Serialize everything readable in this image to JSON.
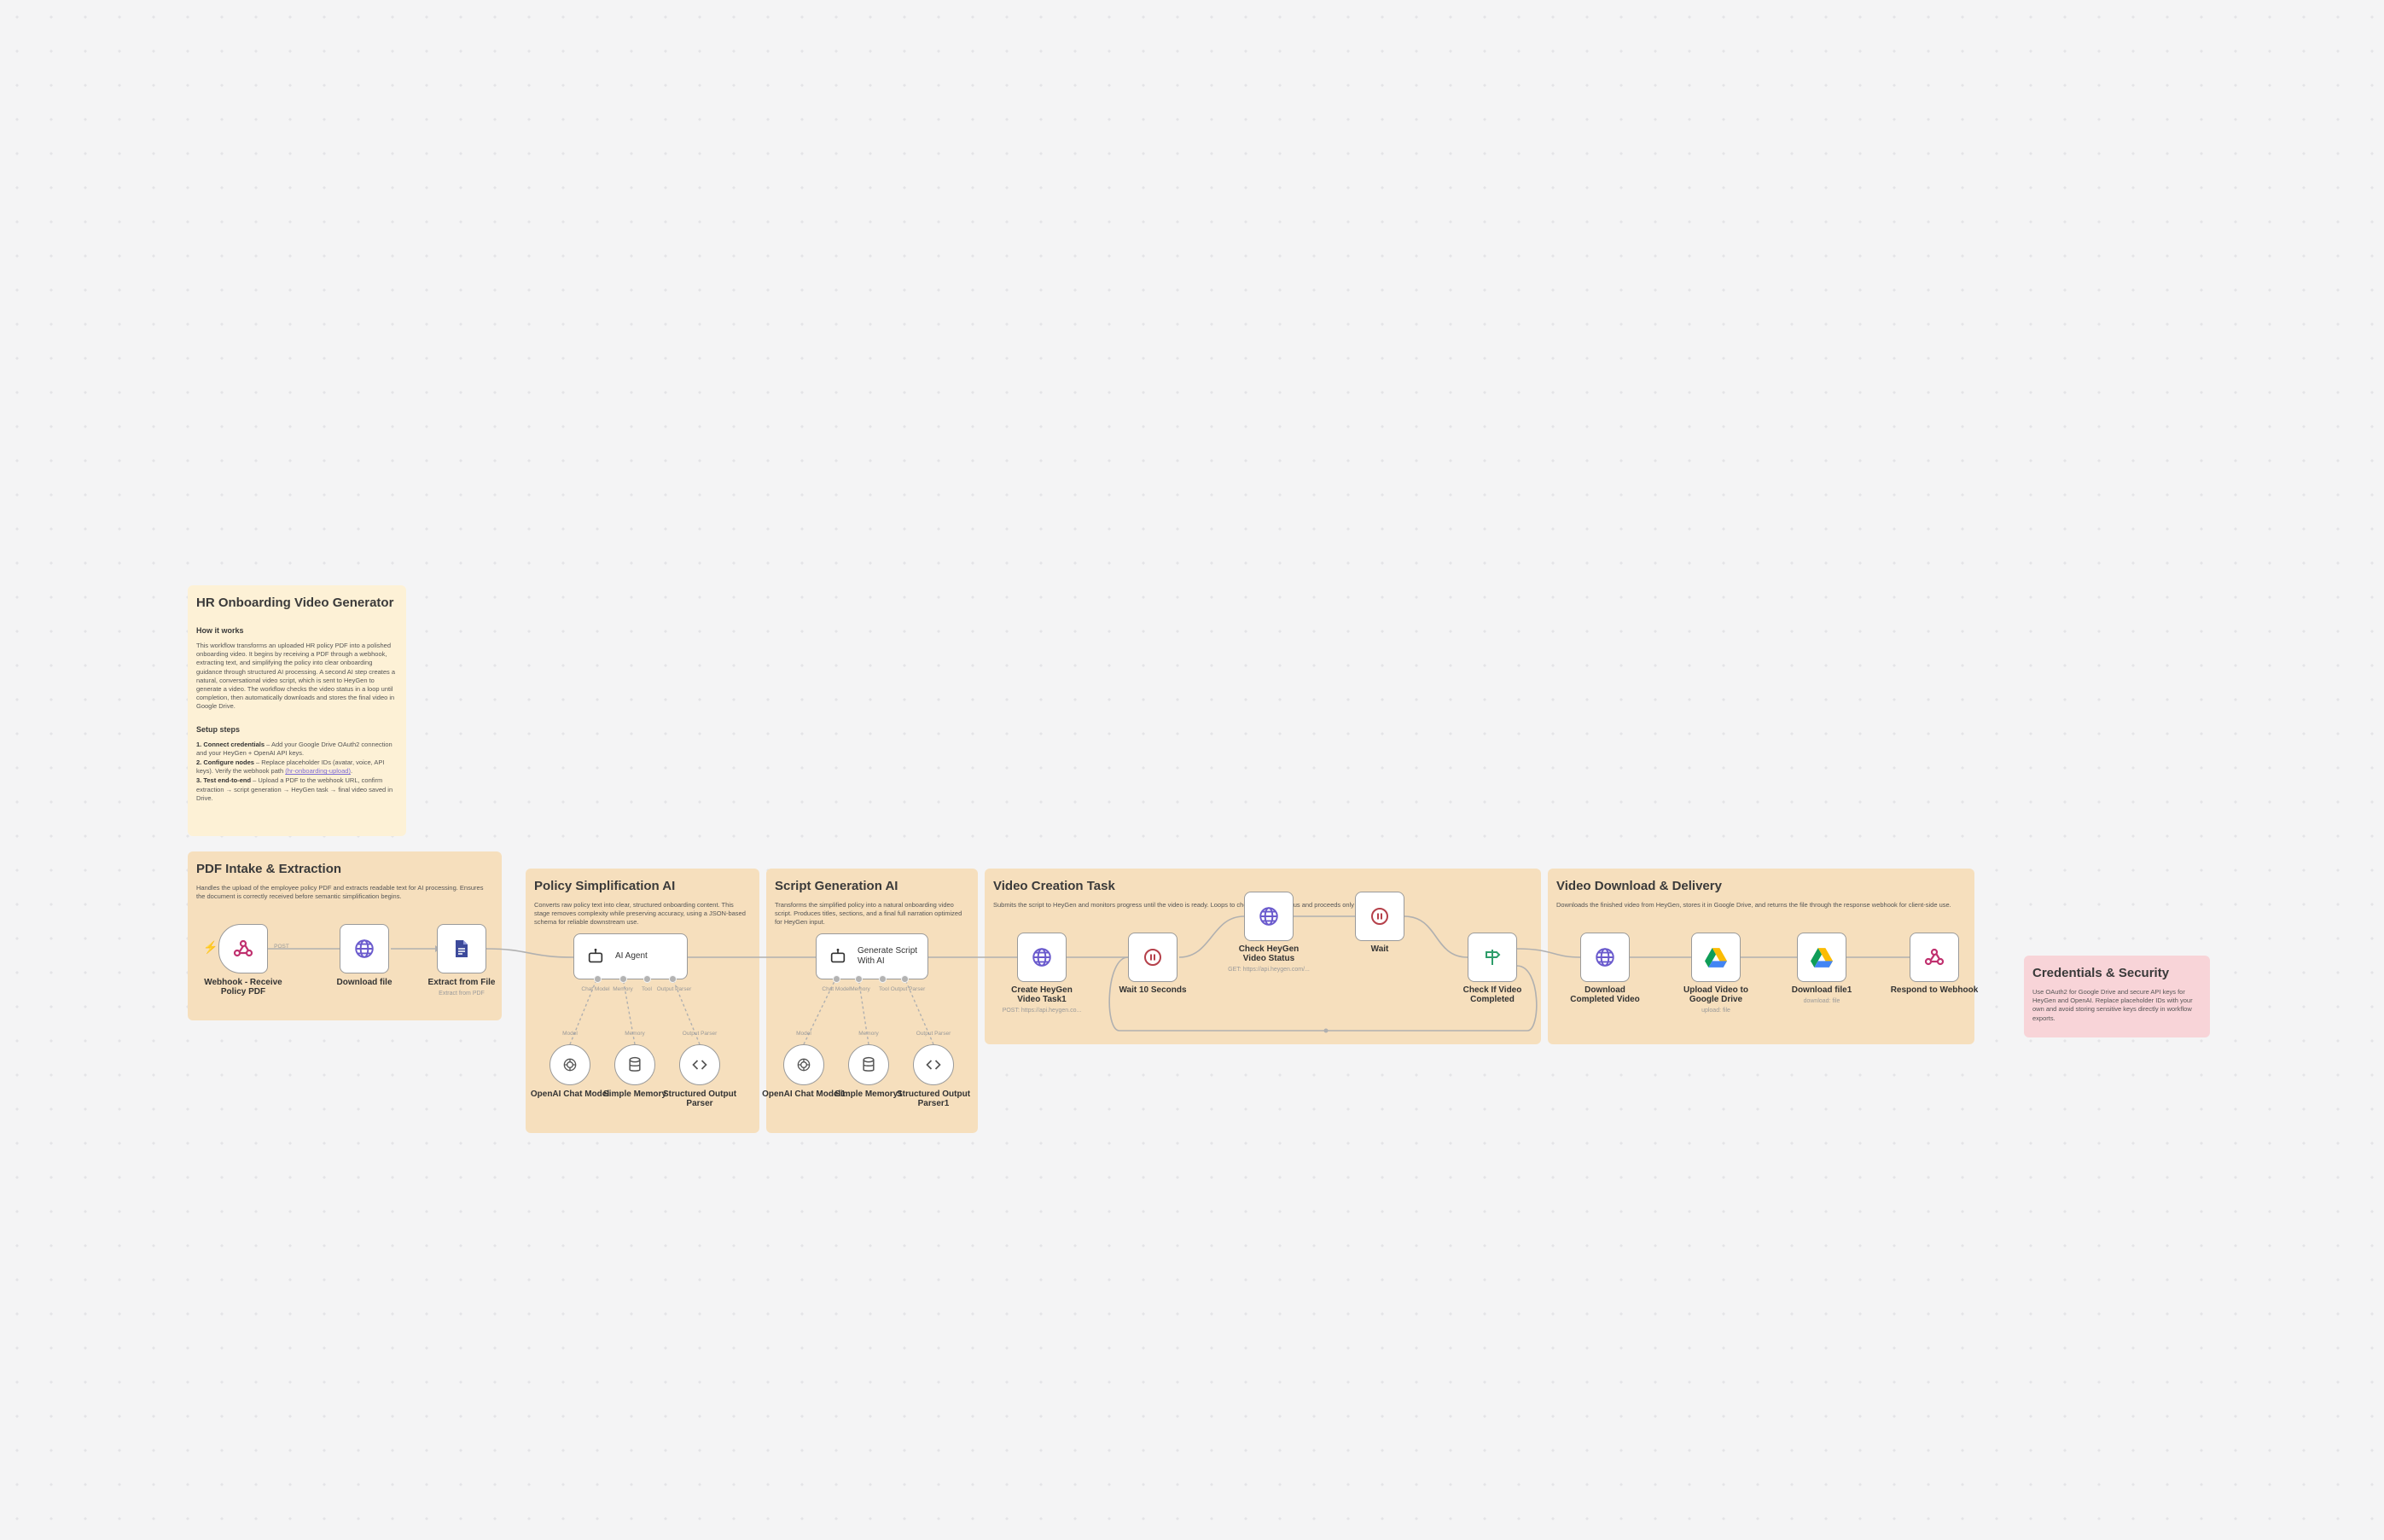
{
  "intro": {
    "title": "HR Onboarding Video Generator",
    "how_heading": "How it works",
    "how_text": "This workflow transforms an uploaded HR policy PDF into a polished onboarding video. It begins by receiving a PDF through a webhook, extracting text, and simplifying the policy into clear onboarding guidance through structured AI processing. A second AI step creates a natural, conversational video script, which is sent to HeyGen to generate a video. The workflow checks the video status in a loop until completion, then automatically downloads and stores the final video in Google Drive.",
    "setup_heading": "Setup steps",
    "steps": [
      {
        "bold": "1. Connect credentials",
        "text": " – Add your Google Drive OAuth2 connection and your HeyGen + OpenAI API keys."
      },
      {
        "bold": "2. Configure nodes",
        "text": " – Replace placeholder IDs (avatar, voice, API keys). Verify the webhook path ",
        "link": "(hr-onboarding-upload)",
        "after": "."
      },
      {
        "bold": "3. Test end-to-end",
        "text": " – Upload a PDF to the webhook URL, confirm extraction → script generation → HeyGen task → final video saved in Drive."
      }
    ]
  },
  "groups": {
    "intake": {
      "title": "PDF Intake & Extraction",
      "desc": "Handles the upload of the employee policy PDF and extracts readable text for AI processing. Ensures the document is correctly received before semantic simplification begins."
    },
    "policy": {
      "title": "Policy Simplification AI",
      "desc": "Converts raw policy text into clear, structured onboarding content. This stage removes complexity while preserving accuracy, using a JSON-based schema for reliable downstream use."
    },
    "script": {
      "title": "Script Generation AI",
      "desc": "Transforms the simplified policy into a natural onboarding video script. Produces titles, sections, and a final full narration optimized for HeyGen input."
    },
    "video": {
      "title": "Video Creation Task",
      "desc": "Submits the script to HeyGen and monitors progress until the video is ready. Loops to check the video status and proceeds only when complete."
    },
    "delivery": {
      "title": "Video Download & Delivery",
      "desc": "Downloads the finished video from HeyGen, stores it in Google Drive, and returns the file through the response webhook for client-side use."
    },
    "security": {
      "title": "Credentials & Security",
      "desc": "Use OAuth2 for Google Drive and secure API keys for HeyGen and OpenAI. Replace placeholder IDs with your own and avoid storing sensitive keys directly in workflow exports."
    }
  },
  "nodes": {
    "webhook": {
      "label": "Webhook - Receive Policy PDF",
      "sub": "",
      "icon": "webhook-icon"
    },
    "download_file": {
      "label": "Download file",
      "sub": "",
      "icon": "globe-icon"
    },
    "extract": {
      "label": "Extract from File",
      "sub": "Extract from PDF",
      "icon": "file-icon"
    },
    "ai_agent": {
      "label": "AI Agent",
      "icon": "robot-icon"
    },
    "gen_script": {
      "label": "Generate Script With AI",
      "icon": "robot-icon"
    },
    "openai_1": {
      "label": "OpenAI Chat Model",
      "icon": "openai-icon"
    },
    "memory_1": {
      "label": "Simple Memory",
      "icon": "database-icon"
    },
    "parser_1": {
      "label": "Structured Output Parser",
      "icon": "code-icon"
    },
    "openai_2": {
      "label": "OpenAI Chat Model1",
      "icon": "openai-icon"
    },
    "memory_2": {
      "label": "Simple Memory1",
      "icon": "database-icon"
    },
    "parser_2": {
      "label": "Structured Output Parser1",
      "icon": "code-icon"
    },
    "create_heygen": {
      "label": "Create HeyGen Video Task1",
      "sub": "POST: https://api.heygen.co...",
      "icon": "globe-icon"
    },
    "wait_10": {
      "label": "Wait 10 Seconds",
      "sub": "",
      "icon": "pause-icon"
    },
    "check_status": {
      "label": "Check HeyGen Video Status",
      "sub": "GET: https://api.heygen.com/...",
      "icon": "globe-icon"
    },
    "wait": {
      "label": "Wait",
      "sub": "",
      "icon": "pause-icon"
    },
    "check_completed": {
      "label": "Check If Video Completed",
      "sub": "",
      "icon": "signpost-icon"
    },
    "download_video": {
      "label": "Download Completed Video",
      "sub": "",
      "icon": "globe-icon"
    },
    "upload_drive": {
      "label": "Upload Video to Google Drive",
      "sub": "upload: file",
      "icon": "google-drive-icon"
    },
    "download_file1": {
      "label": "Download file1",
      "sub": "download: file",
      "icon": "google-drive-icon"
    },
    "respond": {
      "label": "Respond to Webhook",
      "sub": "",
      "icon": "webhook-icon"
    }
  },
  "ports": {
    "agent": [
      "Chat Model",
      "Memory",
      "Tool",
      "Output Parser"
    ],
    "script": [
      "Chat Model",
      "Memory",
      "Tool",
      "Output Parser"
    ],
    "sub_model": "Model",
    "sub_memory": "Memory",
    "sub_parser": "Output Parser",
    "items_label": "POST"
  },
  "colors": {
    "canvas": "#f4f4f5",
    "sticky_intro": "#fdf1d6",
    "sticky_group": "#f6dfbd",
    "sticky_security": "#f8d4d8",
    "accent_webhook": "#c0316f",
    "accent_http": "#6a5acd",
    "accent_wait": "#b5404a",
    "accent_if": "#2e9d6a"
  }
}
